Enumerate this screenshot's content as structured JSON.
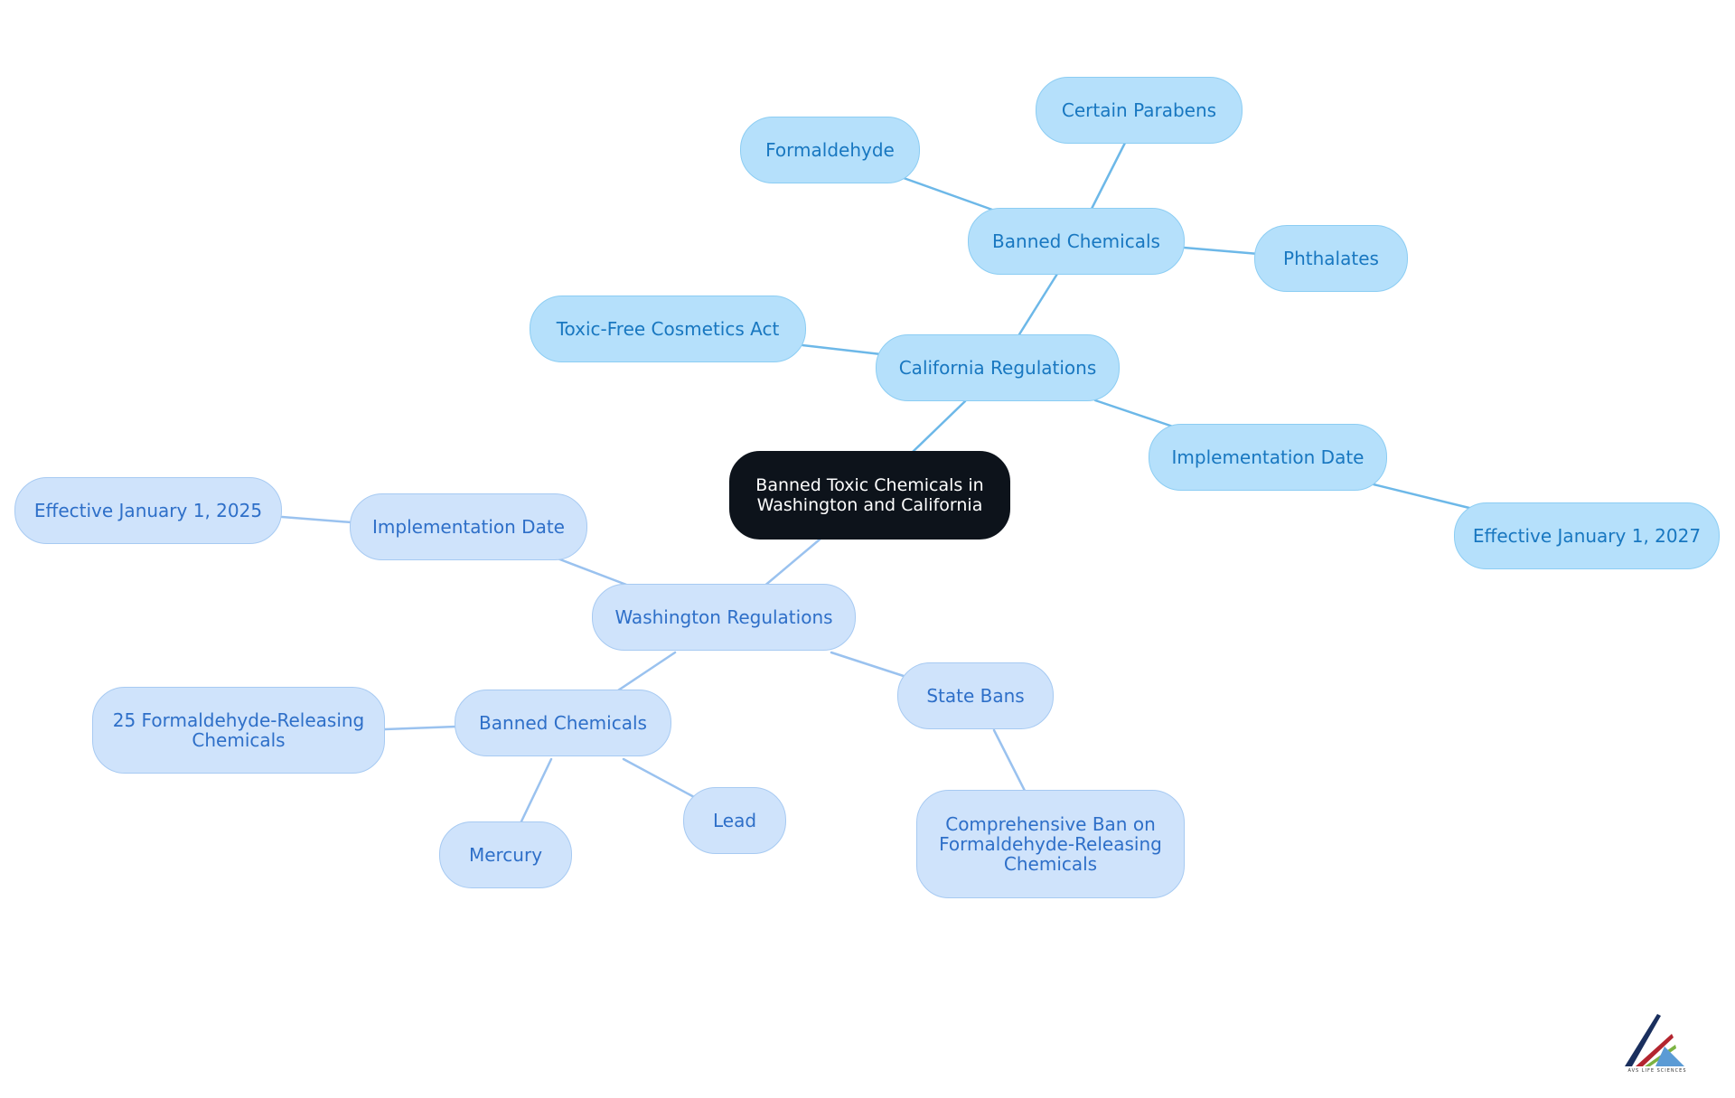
{
  "colors": {
    "california_edge": "#6db8e8",
    "washington_edge": "#9ac2ef",
    "logo_navy": "#1a2f5e",
    "logo_red": "#b3252f",
    "logo_green": "#7cb342",
    "logo_blue": "#5b9bd5"
  },
  "root": {
    "label": "Banned Toxic Chemicals in Washington and California"
  },
  "california": {
    "label": "California Regulations",
    "act": "Toxic-Free Cosmetics Act",
    "banned": {
      "label": "Banned Chemicals",
      "items": [
        "Formaldehyde",
        "Certain Parabens",
        "Phthalates"
      ]
    },
    "implementation": {
      "label": "Implementation Date",
      "date": "Effective January 1, 2027"
    }
  },
  "washington": {
    "label": "Washington Regulations",
    "implementation": {
      "label": "Implementation Date",
      "date": "Effective January 1, 2025"
    },
    "banned": {
      "label": "Banned Chemicals",
      "items": [
        "25 Formaldehyde-Releasing Chemicals",
        "Mercury",
        "Lead"
      ]
    },
    "state_bans": {
      "label": "State Bans",
      "detail": "Comprehensive Ban on Formaldehyde-Releasing Chemicals"
    }
  },
  "logo": {
    "icon": "avs-logo-icon",
    "text": "AVS LIFE SCIENCES"
  }
}
